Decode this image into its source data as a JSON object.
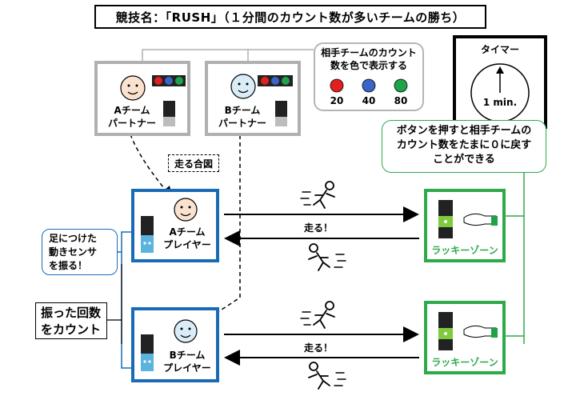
{
  "title": "競技名：「RUSH」（１分間のカウント数が多いチームの勝ち）",
  "timer": {
    "label": "タイマー",
    "duration": "1 min."
  },
  "legend": {
    "text_line1": "相手チームのカウント",
    "text_line2": "数を色で表示する",
    "items": [
      {
        "color": "#e32020",
        "value": "20"
      },
      {
        "color": "#3a64c8",
        "value": "40"
      },
      {
        "color": "#1ea24a",
        "value": "80"
      }
    ]
  },
  "partners": [
    {
      "line1": "Aチーム",
      "line2": "パートナー"
    },
    {
      "line1": "Bチーム",
      "line2": "パートナー"
    }
  ],
  "players": [
    {
      "line1": "Aチーム",
      "line2": "プレイヤー"
    },
    {
      "line1": "Bチーム",
      "line2": "プレイヤー"
    }
  ],
  "lucky_zone_label": "ラッキーゾーン",
  "run_label": "走る！",
  "signal_label": "走る合図",
  "sensor_callout": {
    "line1": "足につけた",
    "line2": "動きセンサ",
    "line3": "を振る！"
  },
  "count_box": {
    "line1": "振った回数",
    "line2": "をカウント"
  },
  "reset_callout": {
    "line1": "ボタンを押すと相手チームの",
    "line2": "カウント数をたまに０に戻す",
    "line3": "ことができる"
  },
  "colors": {
    "player_border": "#1a6bb5",
    "lucky_border": "#2eaa4a",
    "partner_border": "#b0b0b0",
    "sensor_blue": "#5bb3e0",
    "device_dark": "#222222",
    "button_green": "#7ecb3f"
  }
}
